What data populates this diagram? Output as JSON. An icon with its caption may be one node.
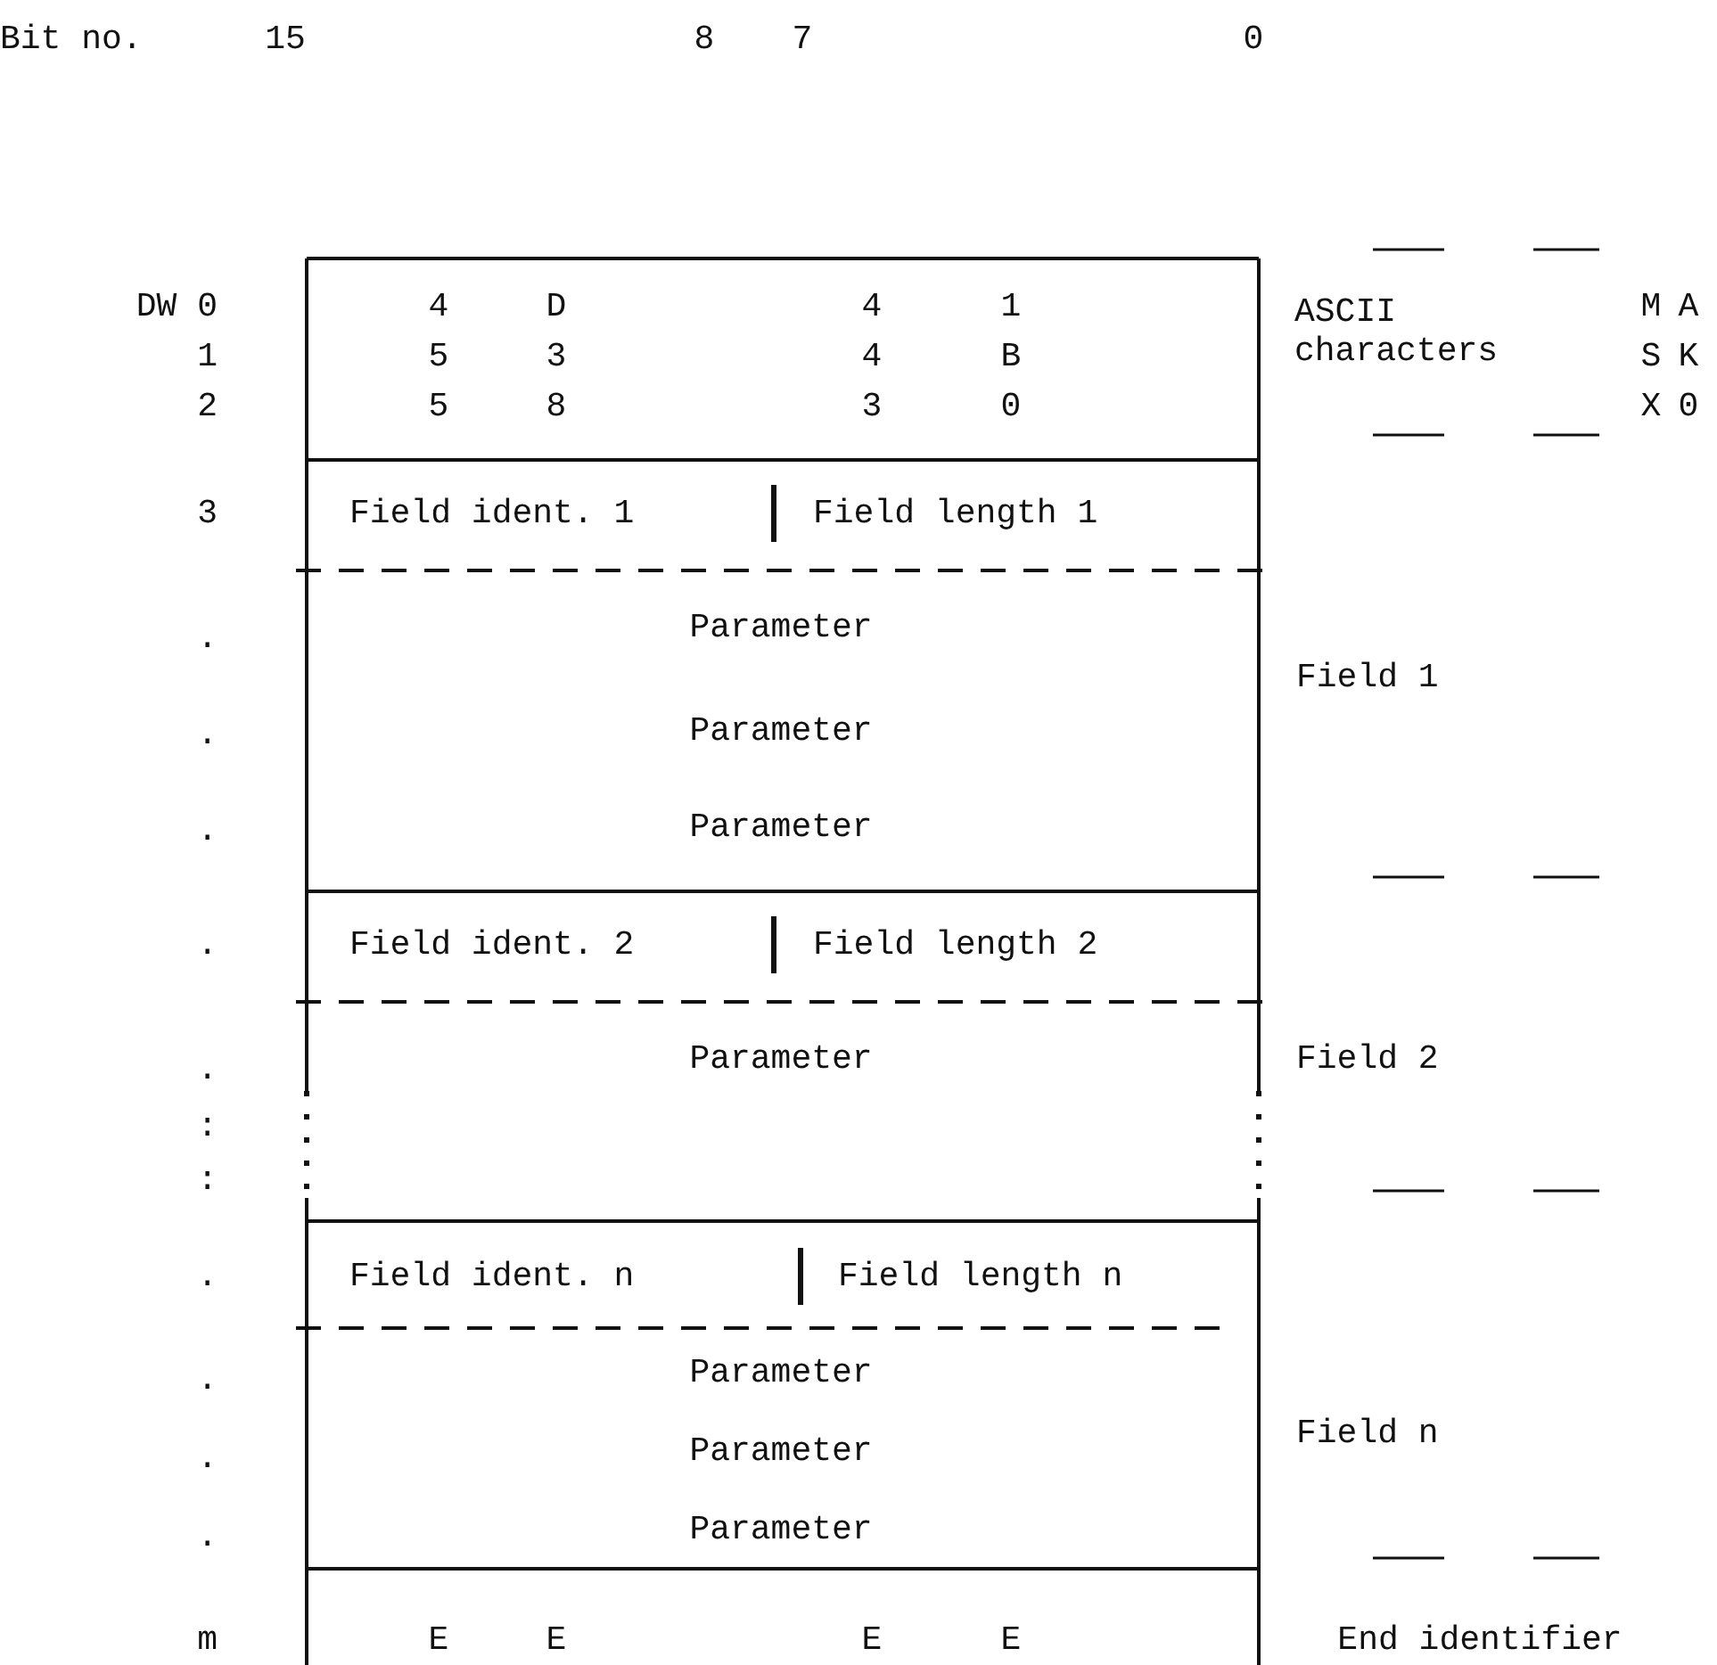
{
  "diagram": {
    "labels": [
      "Bit no.",
      "15",
      "8",
      "7",
      "0",
      "DW 0",
      "4",
      "D",
      "4",
      "1",
      "ASCII characters",
      "M",
      "A",
      "1",
      "5",
      "3",
      "4",
      "B",
      "S",
      "K",
      "2",
      "5",
      "8",
      "3",
      "0",
      "X",
      "0",
      "3",
      "Field ident. 1",
      "Field length 1",
      ".",
      "Parameter",
      "Field 1",
      ".",
      "Parameter",
      ".",
      "Parameter",
      ".",
      "Field ident. 2",
      "Field length 2",
      ".",
      "Parameter",
      "Field 2",
      ":",
      ":",
      ".",
      "Field ident. n",
      "Field length n",
      ".",
      "Parameter",
      "Field n",
      ".",
      "Parameter",
      ".",
      "Parameter",
      "m",
      "E",
      "E",
      "E",
      "E",
      "End identifier"
    ]
  }
}
